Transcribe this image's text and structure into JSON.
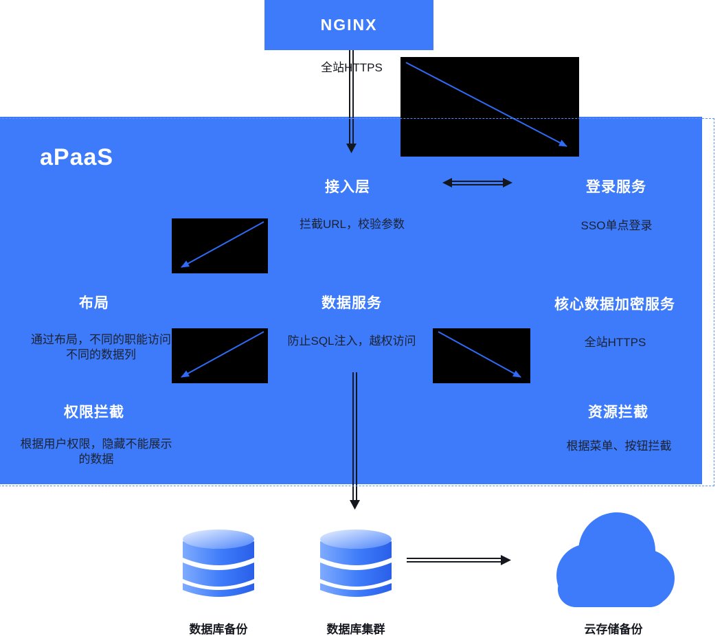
{
  "colors": {
    "primary_blue": "#3D7BFA",
    "arrow_blue": "#2F6BF6",
    "arrow_dark": "#14171D",
    "dashed_border_blue": "#5B92FF",
    "black_block": "#000000",
    "white": "#FFFFFF",
    "desc_text": "#1C2230"
  },
  "nginx": {
    "label": "NGINX",
    "caption": "全站HTTPS"
  },
  "panel": {
    "title": "aPaaS",
    "access": {
      "title": "接入层",
      "desc": "拦截URL，校验参数"
    },
    "login": {
      "title": "登录服务",
      "desc": "SSO单点登录"
    },
    "layout": {
      "title": "布局",
      "desc": "通过布局，不同的职能访问\n不同的数据列"
    },
    "data_service": {
      "title": "数据服务",
      "desc": "防止SQL注入，越权访问"
    },
    "encryption": {
      "title": "核心数据加密服务",
      "desc": "全站HTTPS"
    },
    "permission": {
      "title": "权限拦截",
      "desc": "根据用户权限，隐藏不能展示\n的数据"
    },
    "resource": {
      "title": "资源拦截",
      "desc": "根据菜单、按钮拦截"
    }
  },
  "storage": {
    "db_backup_label": "数据库备份",
    "db_cluster_label": "数据库集群",
    "cloud_backup_label": "云存储备份"
  }
}
